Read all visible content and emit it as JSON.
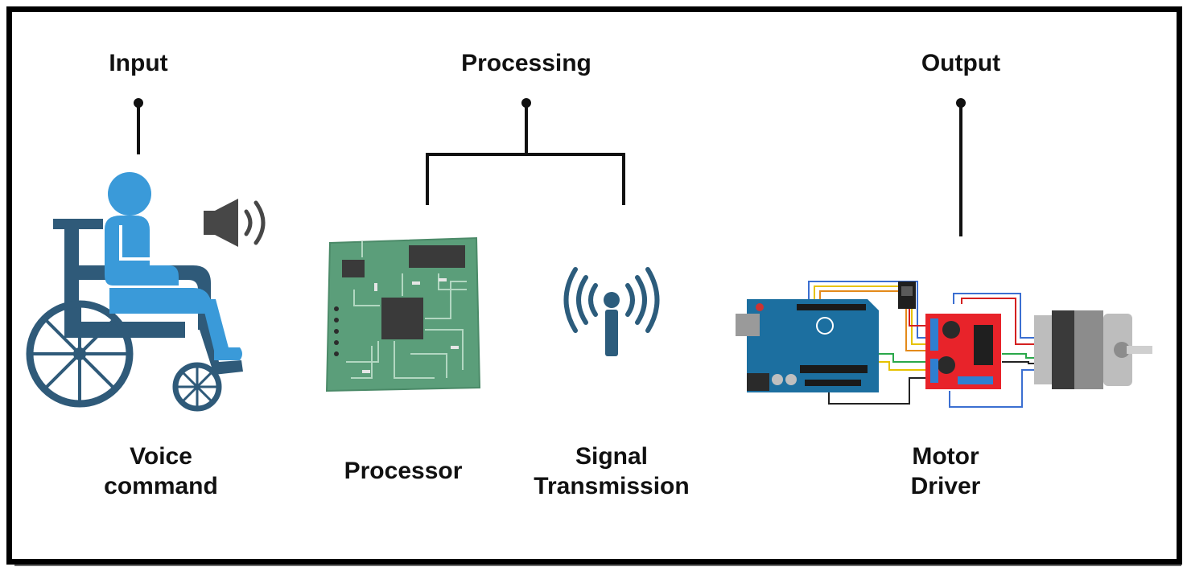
{
  "headers": {
    "input": "Input",
    "processing": "Processing",
    "output": "Output"
  },
  "captions": {
    "voice_line1": "Voice",
    "voice_line2": "command",
    "processor": "Processor",
    "signal_line1": "Signal",
    "signal_line2": "Transmission",
    "motor_line1": "Motor",
    "motor_line2": "Driver"
  },
  "colors": {
    "wheelchair_dark": "#2f5a79",
    "person_blue": "#3a9ad9",
    "speaker_gray": "#474747",
    "pcb_green": "#5b9e7a",
    "antenna_blue": "#2c5c7c",
    "arduino_blue": "#1c6fa0",
    "driver_red": "#e8232a",
    "motor_gray": "#8c8c8c"
  }
}
